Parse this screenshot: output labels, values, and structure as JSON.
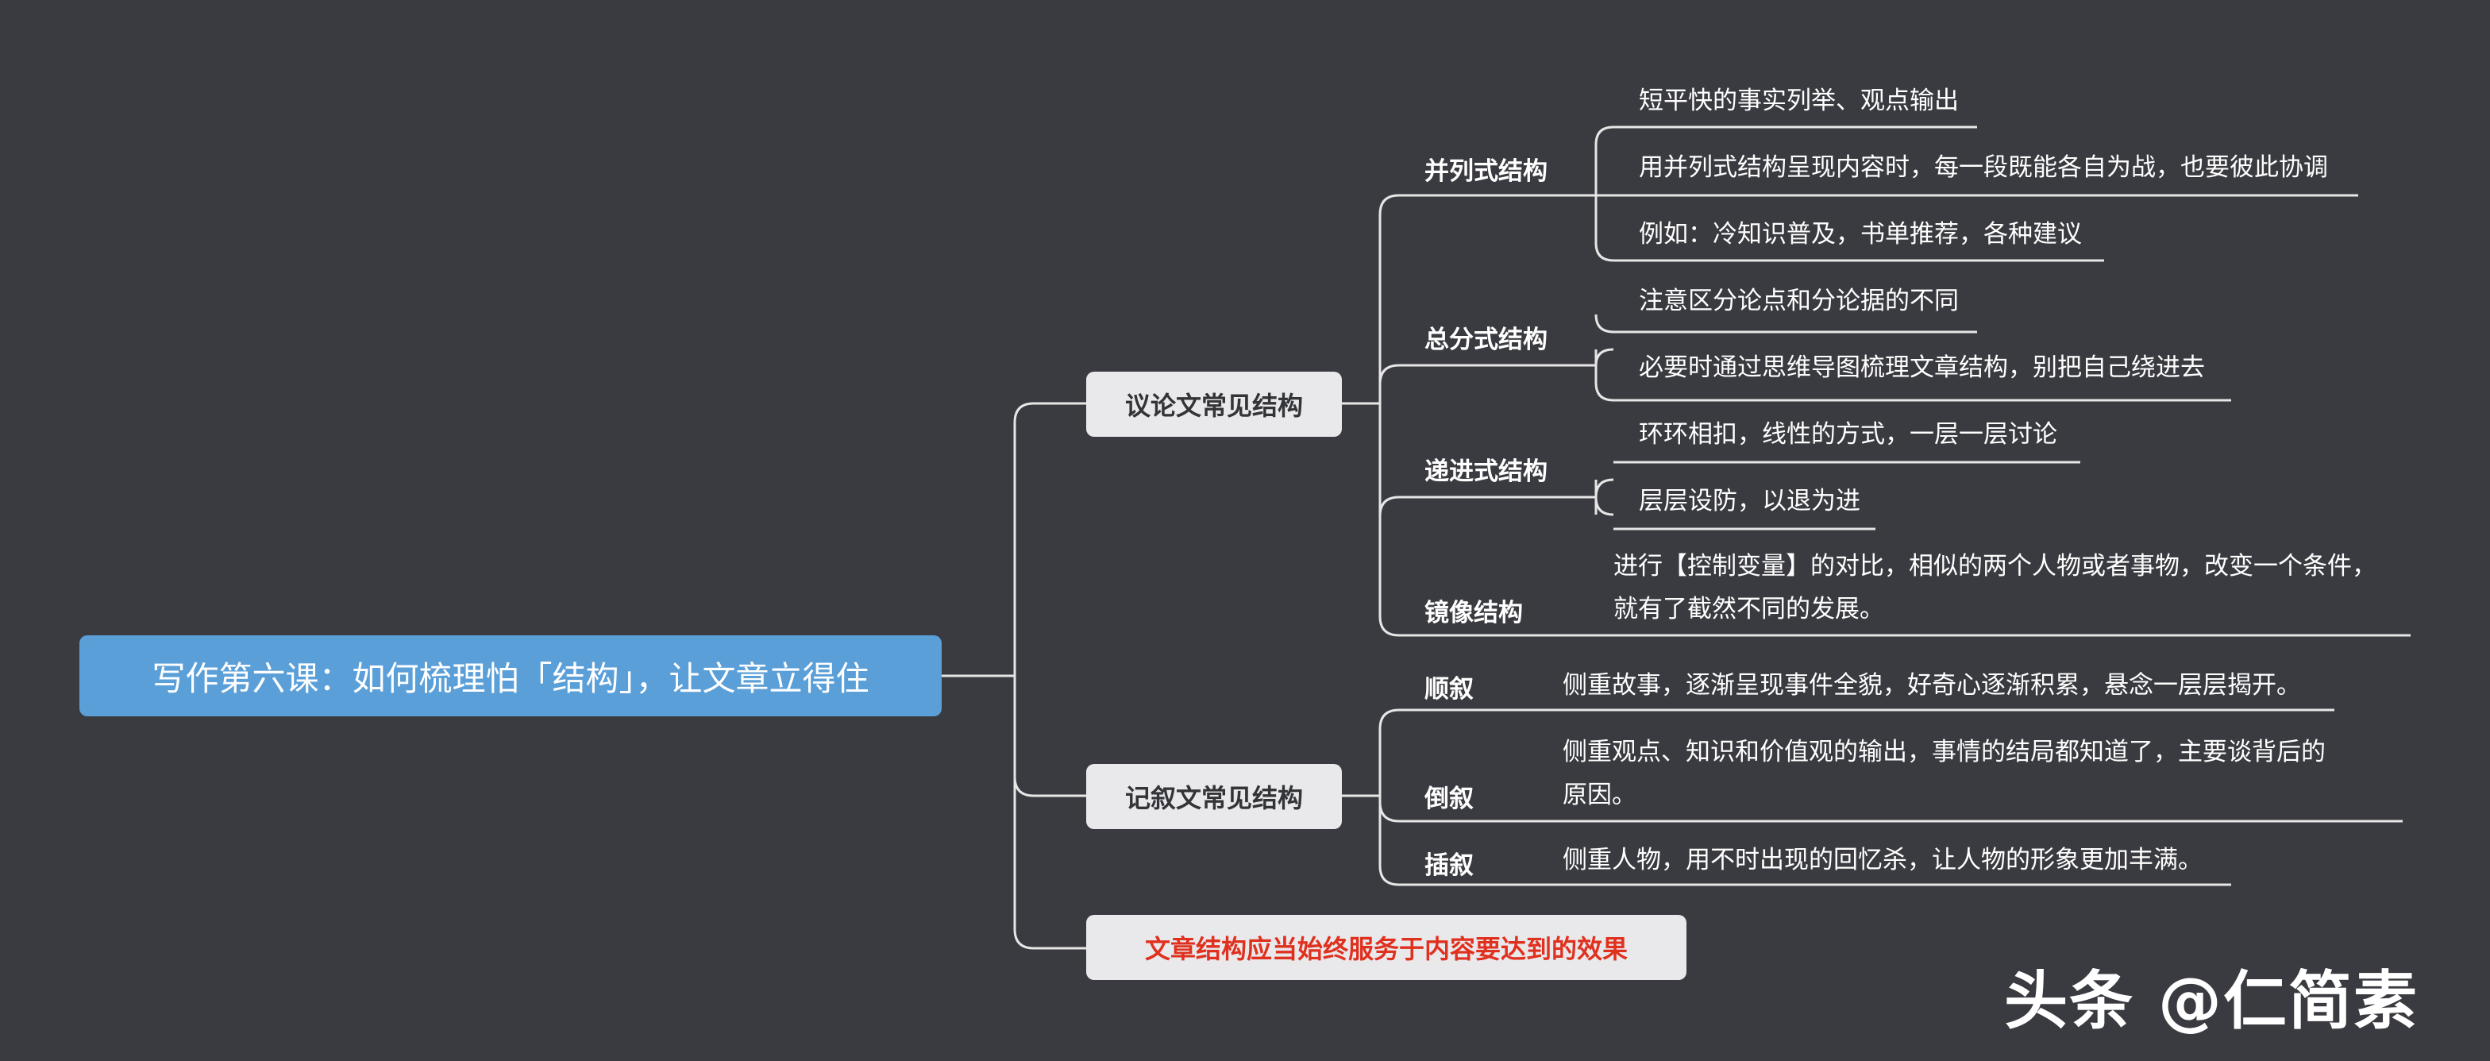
{
  "root": "写作第六课：如何梳理怕「结构」，让文章立得住",
  "branch_argument": "议论文常见结构",
  "branch_narrative": "记叙文常见结构",
  "branch_note": "文章结构应当始终服务于内容要达到的效果",
  "argument": {
    "parallel": {
      "label": "并列式结构",
      "items": [
        "短平快的事实列举、观点输出",
        "用并列式结构呈现内容时，每一段既能各自为战，也要彼此协调",
        "例如：冷知识普及，书单推荐，各种建议"
      ]
    },
    "general": {
      "label": "总分式结构",
      "items": [
        "注意区分论点和分论据的不同",
        "必要时通过思维导图梳理文章结构，别把自己绕进去"
      ]
    },
    "progressive": {
      "label": "递进式结构",
      "items": [
        "环环相扣，线性的方式，一层一层讨论",
        "层层设防，以退为进"
      ]
    },
    "mirror": {
      "label": "镜像结构",
      "line1": "进行【控制变量】的对比，相似的两个人物或者事物，改变一个条件，",
      "line2": "就有了截然不同的发展。"
    }
  },
  "narrative": {
    "chrono": {
      "label": "顺叙",
      "text": "侧重故事，逐渐呈现事件全貌，好奇心逐渐积累，悬念一层层揭开。"
    },
    "flashback": {
      "label": "倒叙",
      "line1": "侧重观点、知识和价值观的输出，事情的结局都知道了，主要谈背后的",
      "line2": "原因。"
    },
    "insert": {
      "label": "插叙",
      "text": "侧重人物，用不时出现的回忆杀，让人物的形象更加丰满。"
    }
  },
  "watermark": "头条 @仁简素"
}
